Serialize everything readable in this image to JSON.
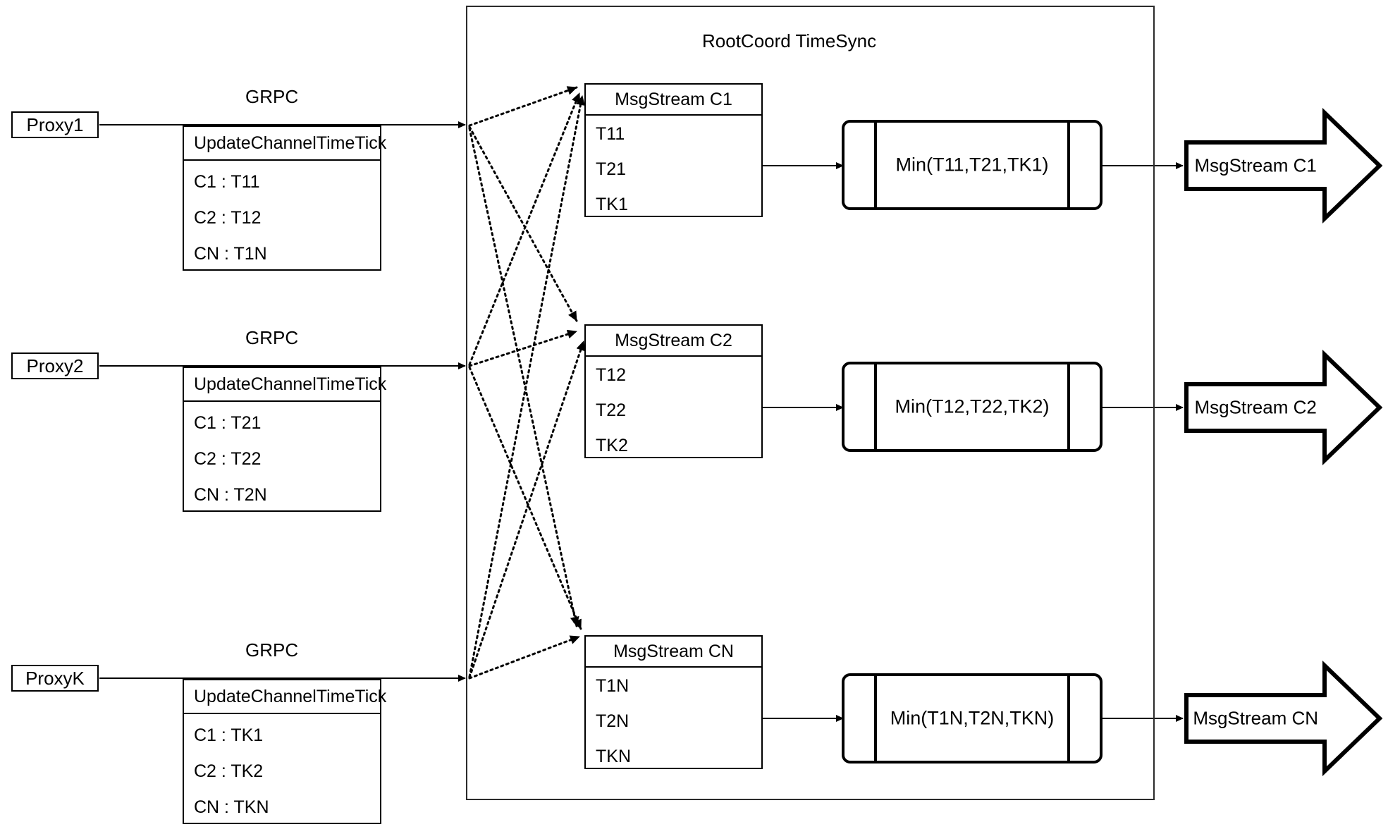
{
  "diagram": {
    "title": "RootCoord TimeSync",
    "container_label": "RootCoord TimeSync"
  },
  "proxies": [
    {
      "name": "Proxy1",
      "link_label": "GRPC",
      "request": {
        "title": "UpdateChannelTimeTick",
        "rows": [
          "C1 :  T11",
          "C2 :  T12",
          "CN : T1N"
        ]
      }
    },
    {
      "name": "Proxy2",
      "link_label": "GRPC",
      "request": {
        "title": "UpdateChannelTimeTick",
        "rows": [
          "C1 :  T21",
          "C2 :  T22",
          "CN : T2N"
        ]
      }
    },
    {
      "name": "ProxyK",
      "link_label": "GRPC",
      "request": {
        "title": "UpdateChannelTimeTick",
        "rows": [
          "C1 :  TK1",
          "C2 :  TK2",
          "CN : TKN"
        ]
      }
    }
  ],
  "channels": [
    {
      "msgstream": {
        "title": "MsgStream C1",
        "rows": [
          "T11",
          "T21",
          "TK1"
        ]
      },
      "process": {
        "label": "Min(T11,T21,TK1)"
      },
      "output": {
        "label": "MsgStream C1"
      }
    },
    {
      "msgstream": {
        "title": "MsgStream C2",
        "rows": [
          "T12",
          "T22",
          "TK2"
        ]
      },
      "process": {
        "label": "Min(T12,T22,TK2)"
      },
      "output": {
        "label": "MsgStream C2"
      }
    },
    {
      "msgstream": {
        "title": "MsgStream CN",
        "rows": [
          "T1N",
          "T2N",
          "TKN"
        ]
      },
      "process": {
        "label": "Min(T1N,T2N,TKN)"
      },
      "output": {
        "label": "MsgStream CN"
      }
    }
  ],
  "colors": {
    "stroke": "#000000",
    "container_stroke": "#2b2b2b",
    "background": "#ffffff"
  }
}
